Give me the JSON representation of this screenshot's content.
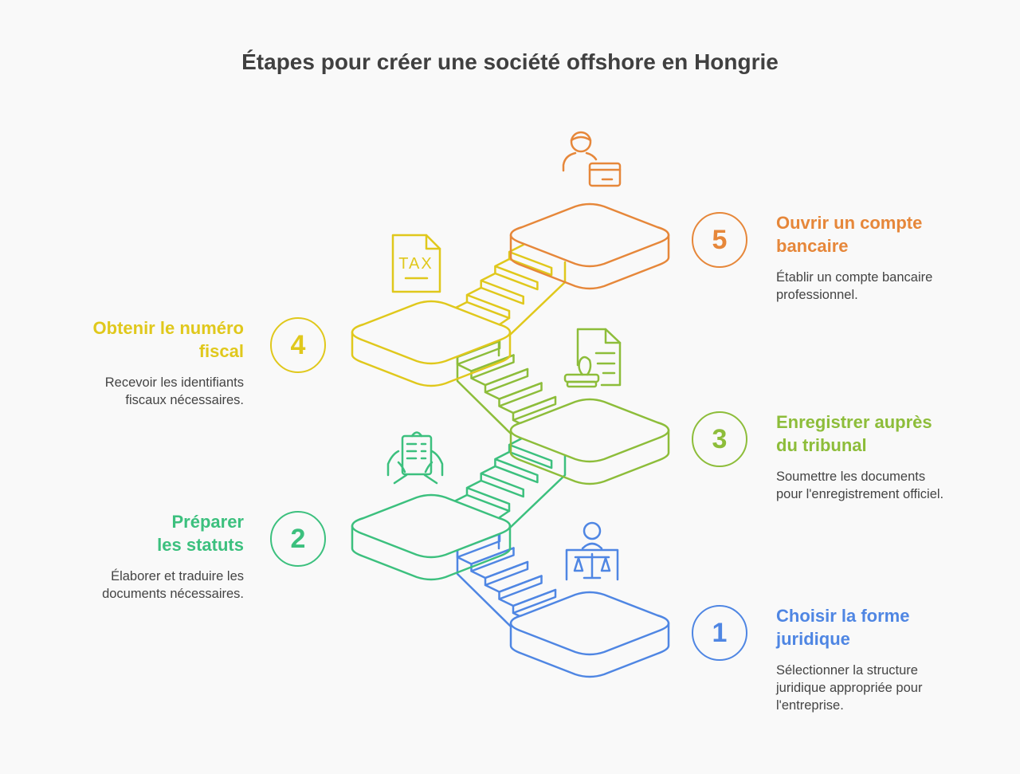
{
  "title": "Étapes pour créer une société offshore en Hongrie",
  "steps": [
    {
      "number": "1",
      "title": "Choisir la forme juridique",
      "description": "Sélectionner la structure juridique appropriée pour l'entreprise.",
      "color": "#4f86e3",
      "icon": "judge-scale-icon"
    },
    {
      "number": "2",
      "title": "Préparer les statuts",
      "description": "Élaborer et traduire les documents nécessaires.",
      "color": "#3cc07e",
      "icon": "clipboard-hands-icon"
    },
    {
      "number": "3",
      "title": "Enregistrer auprès du tribunal",
      "description": "Soumettre les documents pour l'enregistrement officiel.",
      "color": "#8dbd3a",
      "icon": "stamp-document-icon"
    },
    {
      "number": "4",
      "title": "Obtenir le numéro fiscal",
      "description": "Recevoir les identifiants fiscaux nécessaires.",
      "color": "#e0c81c",
      "icon": "tax-document-icon",
      "icon_label": "TAX"
    },
    {
      "number": "5",
      "title": "Ouvrir un compte bancaire",
      "description": "Établir un compte bancaire professionnel.",
      "color": "#e6873a",
      "icon": "banker-card-icon"
    }
  ]
}
